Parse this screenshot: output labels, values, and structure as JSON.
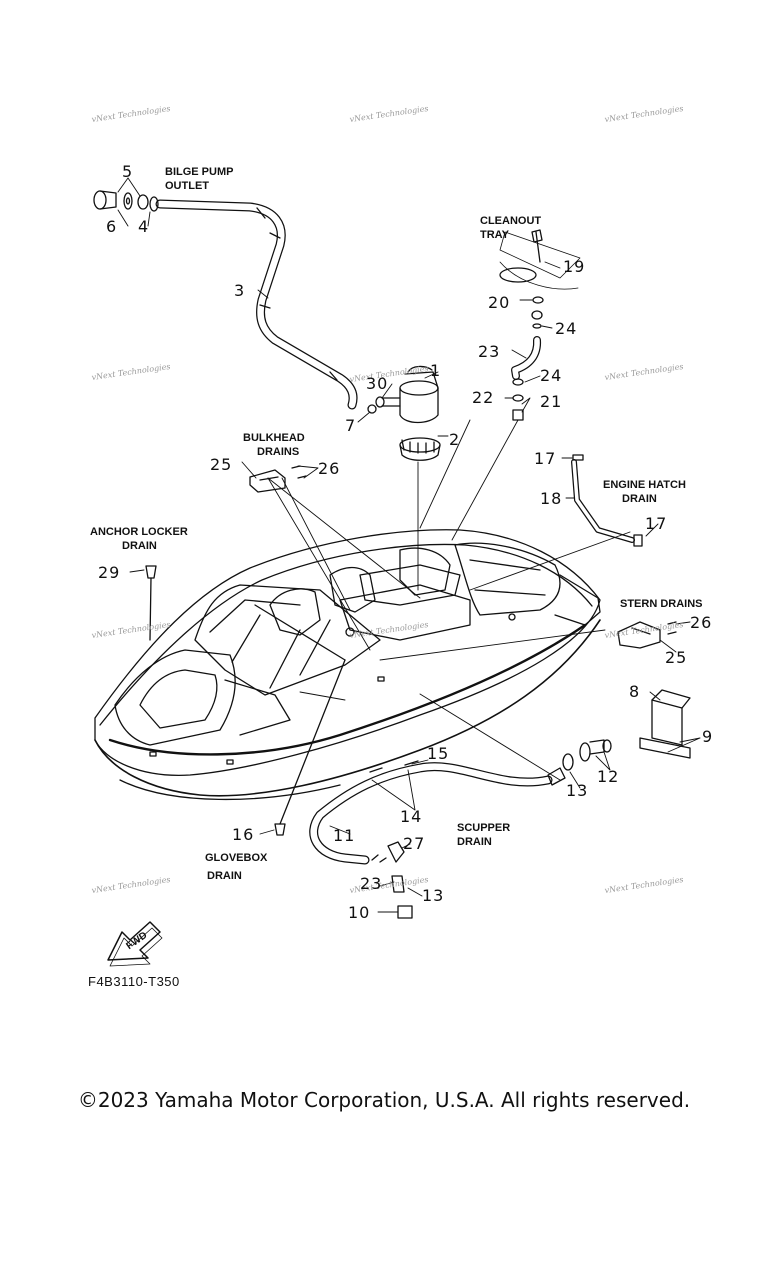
{
  "watermark": "vNext Technologies",
  "labels": {
    "bilge_pump_outlet": [
      "BILGE PUMP",
      "OUTLET"
    ],
    "cleanout_tray": [
      "CLEANOUT",
      "TRAY"
    ],
    "bulkhead_drains": [
      "BULKHEAD",
      "DRAINS"
    ],
    "engine_hatch_drain": [
      "ENGINE HATCH",
      "DRAIN"
    ],
    "anchor_locker_drain": [
      "ANCHOR LOCKER",
      "DRAIN"
    ],
    "stern_drains": "STERN DRAINS",
    "scupper_drain": [
      "SCUPPER",
      "DRAIN"
    ],
    "glovebox_drain": [
      "GLOVEBOX",
      "DRAIN"
    ]
  },
  "callouts": {
    "n1": "1",
    "n2": "2",
    "n3": "3",
    "n4": "4",
    "n5": "5",
    "n6": "6",
    "n7": "7",
    "n8": "8",
    "n9": "9",
    "n10": "10",
    "n11": "11",
    "n12": "12",
    "n13a": "13",
    "n13b": "13",
    "n14": "14",
    "n15": "15",
    "n16": "16",
    "n17a": "17",
    "n17b": "17",
    "n18": "18",
    "n19": "19",
    "n20": "20",
    "n21": "21",
    "n22": "22",
    "n23a": "23",
    "n23b": "23",
    "n24a": "24",
    "n24b": "24",
    "n25a": "25",
    "n25b": "25",
    "n26a": "26",
    "n26b": "26",
    "n27": "27",
    "n29": "29",
    "n30": "30"
  },
  "fwd_label": "FWD",
  "drawing_code": "F4B3110-T350",
  "copyright": "©2023 Yamaha Motor Corporation, U.S.A. All rights reserved."
}
